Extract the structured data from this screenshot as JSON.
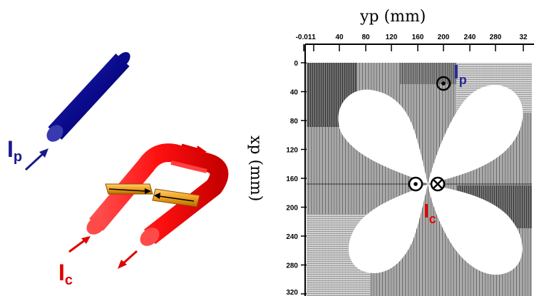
{
  "left_diagram": {
    "probe_label": {
      "main": "I",
      "sub": "p"
    },
    "coil_label": {
      "main": "I",
      "sub": "c"
    },
    "colors": {
      "probe": "#0a0a8c",
      "coil": "#ff1a1a",
      "sensor": "#f0a020",
      "arrow_probe": "#1a1a8c",
      "arrow_coil": "#e00000"
    }
  },
  "field_map": {
    "x_axis_title": "yp (mm)",
    "y_axis_title": "xp (mm)",
    "x_ticks": [
      "-0.01",
      "1",
      "40",
      "80",
      "120",
      "160",
      "200",
      "240",
      "280",
      "32"
    ],
    "y_ticks": [
      "0",
      "40",
      "80",
      "120",
      "160",
      "200",
      "240",
      "280",
      "320"
    ],
    "probe_marker_label": {
      "main": "I",
      "sub": "p"
    },
    "coil_marker_label": {
      "main": "I",
      "sub": "c"
    },
    "marker_dot_symbol": "dot-in-circle",
    "marker_cross_symbol": "cross-in-circle"
  }
}
